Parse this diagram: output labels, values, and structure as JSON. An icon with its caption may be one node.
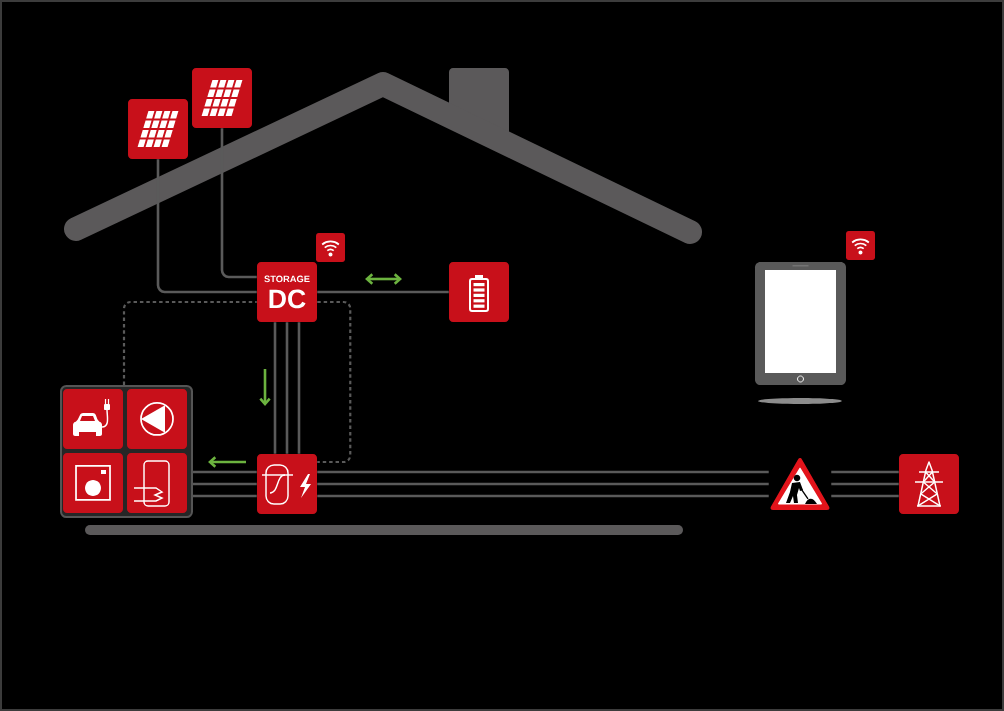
{
  "diagram": {
    "nodes": [
      {
        "text": [],
        "shape": "picture"
      },
      {
        "text": [],
        "shape": "picture"
      },
      {
        "text": [
          "STORAGE",
          "DC"
        ]
      },
      {
        "text": [],
        "shape": "picture"
      },
      {
        "text": [],
        "shape": "box"
      },
      {
        "text": [],
        "shape": "picture",
        "in": 4
      },
      {
        "text": [],
        "shape": "picture",
        "in": 4
      },
      {
        "text": [],
        "shape": "picture",
        "in": 4
      },
      {
        "text": [],
        "shape": "picture",
        "in": 4
      },
      {
        "text": [],
        "shape": "picture"
      },
      {
        "text": [],
        "shape": "picture"
      },
      {
        "text": [],
        "shape": "picture"
      },
      {
        "text": [],
        "shape": "picture"
      }
    ],
    "edges": [
      {
        "from": 0,
        "to": 2,
        "arrow": "none"
      },
      {
        "from": 1,
        "to": 2,
        "arrow": "none"
      },
      {
        "from": 2,
        "to": 3,
        "arrow": "none"
      },
      {
        "from": 2,
        "to": 9,
        "arrow": "none"
      },
      {
        "from": 2,
        "to": 9,
        "arrow": "none"
      },
      {
        "from": 2,
        "to": 9,
        "arrow": "none"
      },
      {
        "from": 4,
        "to": 9,
        "arrow": "none"
      },
      {
        "from": 4,
        "to": 9,
        "arrow": "none"
      },
      {
        "from": 4,
        "to": 9,
        "arrow": "none"
      },
      {
        "from": 9,
        "to": 10,
        "arrow": "none"
      },
      {
        "from": 9,
        "to": 10,
        "arrow": "none"
      },
      {
        "from": 9,
        "to": 10,
        "arrow": "none"
      },
      {
        "from": 10,
        "to": 11,
        "arrow": "none"
      },
      {
        "from": 10,
        "to": 11,
        "arrow": "none"
      },
      {
        "from": 10,
        "to": 11,
        "arrow": "none"
      },
      {
        "from": 4,
        "to": 2,
        "arrow": "none",
        "style": "dashed"
      },
      {
        "from": 2,
        "to": 9,
        "arrow": "none",
        "style": "dashed"
      }
    ]
  }
}
